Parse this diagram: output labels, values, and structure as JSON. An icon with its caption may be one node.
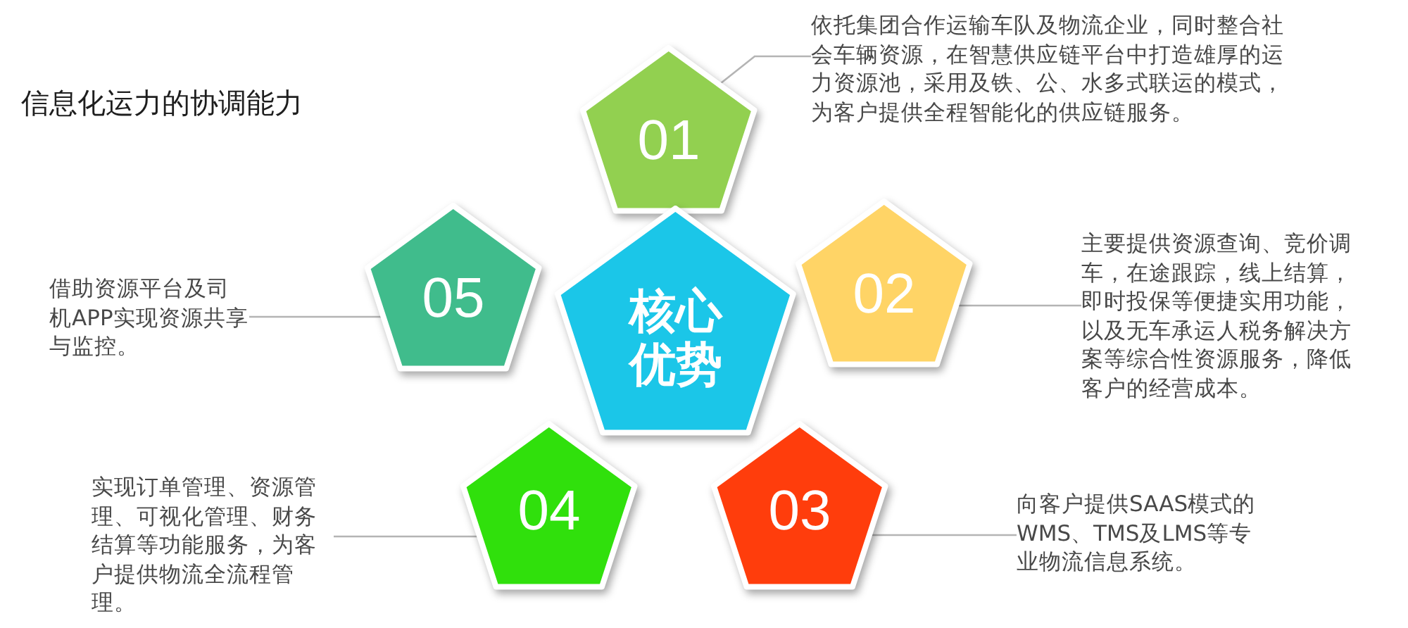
{
  "diagram": {
    "title": "信息化运力的协调能力",
    "nodes": [
      {
        "text": [
          "核心优势"
        ]
      },
      {
        "text": [
          "01"
        ]
      },
      {
        "text": [
          "依托集团合作运输车队及物流企业，同时整合社会车辆资源，在智慧供应链平台中打造雄厚的运力资源池，采用及铁、公、水多式联运的模式，为客户提供全程智能化的供应链服务。"
        ]
      },
      {
        "text": [
          "02"
        ]
      },
      {
        "text": [
          "主要提供资源查询、竞价调车，在途跟踪，线上结算，即时投保等便捷实用功能，以及无车承运人税务解决方案等综合性资源服务，降低客户的经营成本。"
        ]
      },
      {
        "text": [
          "03"
        ]
      },
      {
        "text": [
          "向客户提供SAAS模式的WMS、TMS及LMS等专业物流信息系统。"
        ]
      },
      {
        "text": [
          "04"
        ]
      },
      {
        "text": [
          "实现订单管理、资源管理、可视化管理、财务结算等功能服务，为客户提供物流全流程管理。"
        ]
      },
      {
        "text": [
          "05"
        ]
      },
      {
        "text": [
          "借助资源平台及司机APP实现资源共享与监控。"
        ]
      }
    ],
    "edges": [
      {
        "from": 2,
        "to": 1,
        "arrow": "none"
      },
      {
        "from": 4,
        "to": 3,
        "arrow": "none"
      },
      {
        "from": 6,
        "to": 5,
        "arrow": "none"
      },
      {
        "from": 8,
        "to": 7,
        "arrow": "none"
      },
      {
        "from": 10,
        "to": 9,
        "arrow": "none"
      }
    ]
  }
}
